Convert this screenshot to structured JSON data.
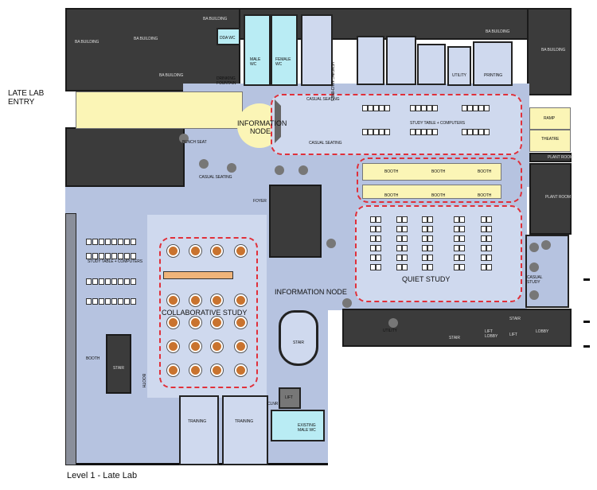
{
  "title": "Level 1 - Late Lab",
  "entry_label": "LATE LAB ENTRY",
  "labels": {
    "ba_building": "BA BUILDING",
    "dda_wc": "DDA WC",
    "male_wc": "MALE WC",
    "female_wc": "FEMALE WC",
    "drinking_fountain": "DRINKING FOUNTAIN",
    "vending": "VENDING MACHINES",
    "utility": "UTILITY",
    "printing": "PRINTING",
    "casual_seating": "CASUAL SEATING",
    "study_table_computers": "STUDY TABLE + COMPUTERS",
    "information_node": "INFORMATION NODE",
    "bench_seat": "BENCH SEAT",
    "ramp": "RAMP",
    "theatre": "THEATRE",
    "plant_room": "PLANT ROOM",
    "booth": "BOOTH",
    "foyer": "FOYER",
    "quiet_study": "QUIET STUDY",
    "collaborative_study": "COLLABORATIVE STUDY",
    "casual_study": "CASUAL STUDY",
    "stair": "STAIR",
    "lift": "LIFT",
    "lift_lobby": "LIFT LOBBY",
    "lobby": "LOBBY",
    "training": "TRAINING",
    "clnr": "CLNR",
    "existing_male_wc": "EXISTING MALE WC"
  },
  "colors": {
    "zone": "#e0303a",
    "building": "#3b3b3b",
    "floor": "#b6c3e0",
    "highlight": "#fbf5b6",
    "wc": "#b9ecf4",
    "table": "#c9732e"
  }
}
